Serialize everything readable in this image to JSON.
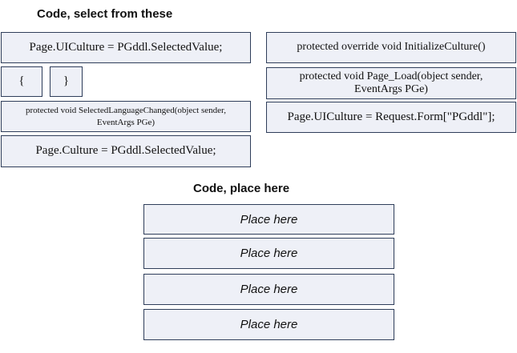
{
  "source": {
    "heading": "Code, select from these",
    "items": [
      "Page.UICulture = PGddl.SelectedValue;",
      "{",
      "}",
      "protected void SelectedLanguageChanged(object sender, EventArgs PGe)",
      "Page.Culture = PGddl.SelectedValue;",
      "protected override void InitializeCulture()",
      "protected void Page_Load(object sender, EventArgs PGe)",
      "Page.UICulture = Request.Form[\"PGddl\"];"
    ]
  },
  "target": {
    "heading": "Code, place here",
    "slots": [
      "Place here",
      "Place here",
      "Place here",
      "Place here"
    ]
  }
}
